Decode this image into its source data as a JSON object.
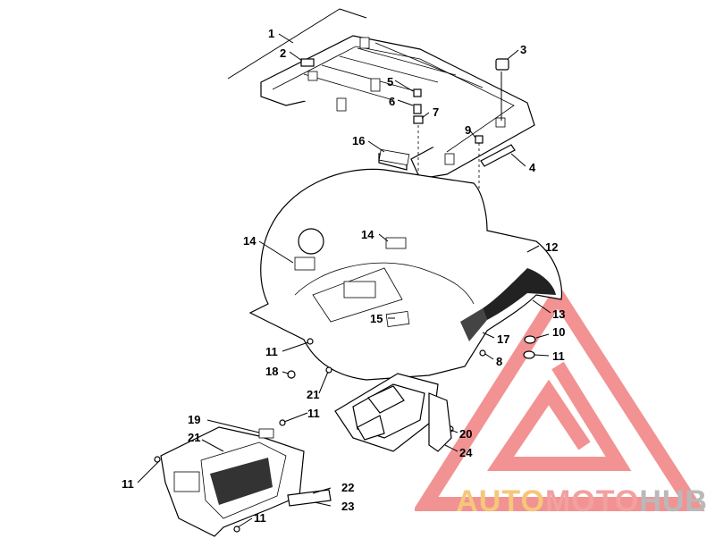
{
  "diagram": {
    "callouts": [
      {
        "id": "c1",
        "text": "1"
      },
      {
        "id": "c2",
        "text": "2"
      },
      {
        "id": "c3",
        "text": "3"
      },
      {
        "id": "c4",
        "text": "4"
      },
      {
        "id": "c5",
        "text": "5"
      },
      {
        "id": "c6",
        "text": "6"
      },
      {
        "id": "c7",
        "text": "7"
      },
      {
        "id": "c8",
        "text": "8"
      },
      {
        "id": "c9",
        "text": "9"
      },
      {
        "id": "c10",
        "text": "10"
      },
      {
        "id": "c11a",
        "text": "11"
      },
      {
        "id": "c11b",
        "text": "11"
      },
      {
        "id": "c11c",
        "text": "11"
      },
      {
        "id": "c11d",
        "text": "11"
      },
      {
        "id": "c11e",
        "text": "11"
      },
      {
        "id": "c12",
        "text": "12"
      },
      {
        "id": "c13",
        "text": "13"
      },
      {
        "id": "c14a",
        "text": "14"
      },
      {
        "id": "c14b",
        "text": "14"
      },
      {
        "id": "c15",
        "text": "15"
      },
      {
        "id": "c16",
        "text": "16"
      },
      {
        "id": "c17",
        "text": "17"
      },
      {
        "id": "c18",
        "text": "18"
      },
      {
        "id": "c19",
        "text": "19"
      },
      {
        "id": "c20",
        "text": "20"
      },
      {
        "id": "c21a",
        "text": "21"
      },
      {
        "id": "c21b",
        "text": "21"
      },
      {
        "id": "c22",
        "text": "22"
      },
      {
        "id": "c23",
        "text": "23"
      },
      {
        "id": "c24",
        "text": "24"
      }
    ]
  },
  "watermark": {
    "part1": "AUTO",
    "part2": "MOTO",
    "part3": "HUB",
    "colors": {
      "auto": "#f5c77a",
      "moto": "#f2a0a0",
      "hub": "#b9b9b9",
      "triangle": "#f08080"
    }
  }
}
